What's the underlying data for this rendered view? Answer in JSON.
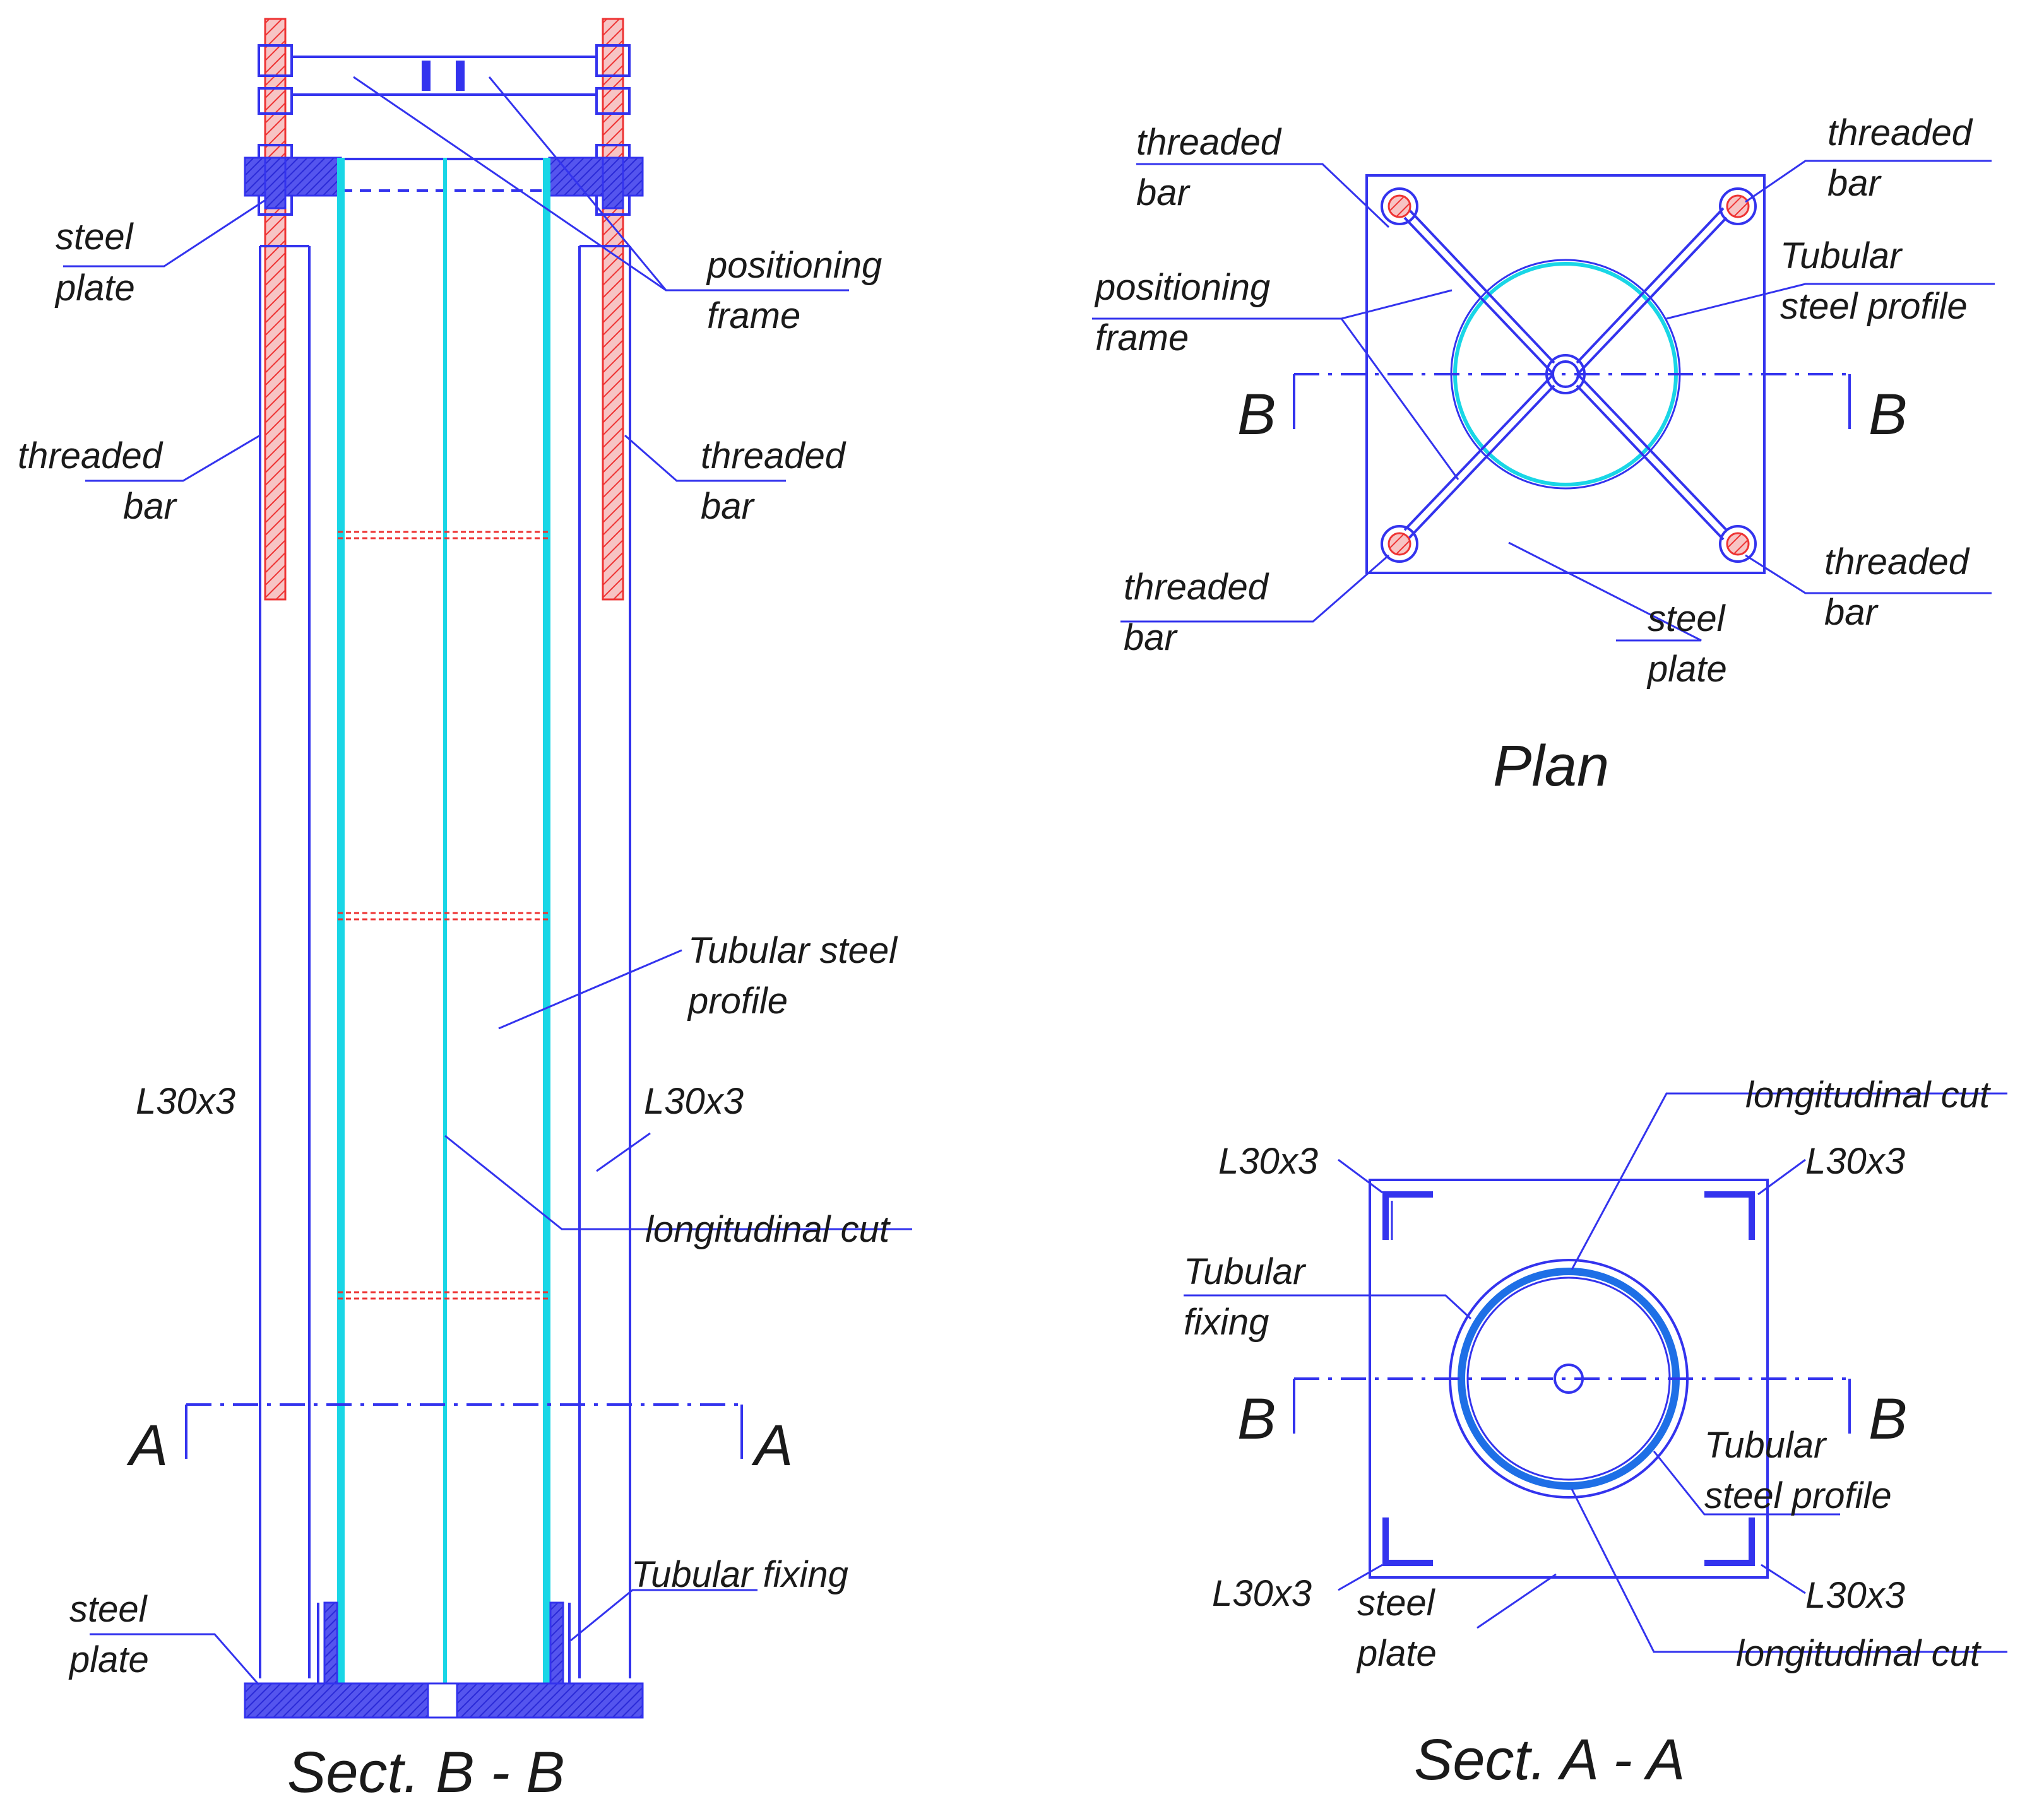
{
  "colors": {
    "line": "#3333ee",
    "cyan": "#19d6e6",
    "red": "#ee3333",
    "hatch_red": "#f4a7a7",
    "plate_fill": "#4c4ce8"
  },
  "section_bb": {
    "caption": "Sect. B - B",
    "labels": {
      "steel_plate_top": [
        "steel",
        "plate"
      ],
      "positioning_frame": [
        "positioning",
        "frame"
      ],
      "threaded_bar_left": [
        "threaded",
        "bar"
      ],
      "threaded_bar_right": [
        "threaded",
        "bar"
      ],
      "tubular_steel_profile": [
        "Tubular steel",
        "profile"
      ],
      "l30x3_left": "L30x3",
      "l30x3_right": "L30x3",
      "longitudinal_cut": "longitudinal cut",
      "section_mark_left": "A",
      "section_mark_right": "A",
      "tubular_fixing": "Tubular fixing",
      "steel_plate_bottom": [
        "steel",
        "plate"
      ]
    }
  },
  "plan": {
    "caption": "Plan",
    "labels": {
      "threaded_bar_tl": [
        "threaded",
        "bar"
      ],
      "threaded_bar_tr": [
        "threaded",
        "bar"
      ],
      "positioning_frame": [
        "positioning",
        "frame"
      ],
      "tubular_steel_profile": [
        "Tubular",
        "steel profile"
      ],
      "section_mark_left": "B",
      "section_mark_right": "B",
      "threaded_bar_bl": [
        "threaded",
        "bar"
      ],
      "threaded_bar_br": [
        "threaded",
        "bar"
      ],
      "steel_plate": [
        "steel",
        "plate"
      ]
    }
  },
  "section_aa": {
    "caption": "Sect. A - A",
    "labels": {
      "longitudinal_cut_top": "longitudinal cut",
      "l30x3_tl": "L30x3",
      "l30x3_tr": "L30x3",
      "tubular_fixing": [
        "Tubular",
        "fixing"
      ],
      "section_mark_left": "B",
      "section_mark_right": "B",
      "tubular_steel_profile": [
        "Tubular",
        "steel profile"
      ],
      "l30x3_bl": "L30x3",
      "l30x3_br": "L30x3",
      "steel_plate": [
        "steel",
        "plate"
      ],
      "longitudinal_cut_bottom": "longitudinal cut"
    }
  }
}
